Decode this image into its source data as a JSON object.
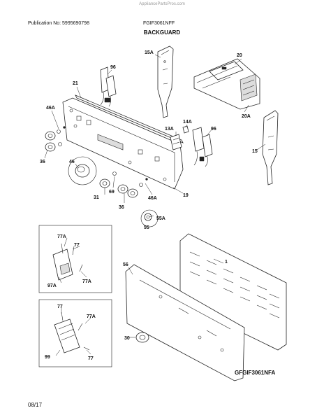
{
  "header": {
    "watermark": "AppliancePartsPros.com",
    "publication": "Publication No: 5995690798",
    "model": "FGIF3061NFF",
    "section_title": "BACKGUARD"
  },
  "callouts": {
    "c15A": "15A",
    "c20": "20",
    "c96a": "96",
    "c21": "21",
    "c46Aa": "46A",
    "c36a": "36",
    "c20A": "20A",
    "c14A": "14A",
    "c13A": "13A",
    "c96b": "96",
    "c15": "15",
    "c46": "46",
    "c69": "69",
    "c31": "31",
    "c36b": "36",
    "c46Ab": "46A",
    "c19": "19",
    "c55A": "55A",
    "c55": "55",
    "c77Aa": "77A",
    "c77a": "77",
    "c97A": "97A",
    "c77Ab": "77A",
    "c56": "56",
    "c1": "1",
    "c77b": "77",
    "c77Ac": "77A",
    "c99": "99",
    "c30": "30",
    "c77c": "77"
  },
  "diagram_code": "GFGIF3061NFA",
  "footer": {
    "date": "08/17"
  }
}
